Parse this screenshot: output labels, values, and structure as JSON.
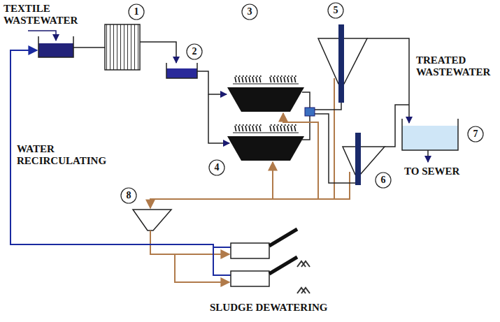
{
  "diagram": {
    "labels": [
      "TEXTILE WASTEWATER",
      "1",
      "2",
      "3",
      "5",
      "TREATED WASTEWATER",
      "4",
      "6",
      "7",
      "WATER RECIRCULATING",
      "TO SEWER",
      "8",
      "SLUDGE DEWATERING"
    ]
  }
}
